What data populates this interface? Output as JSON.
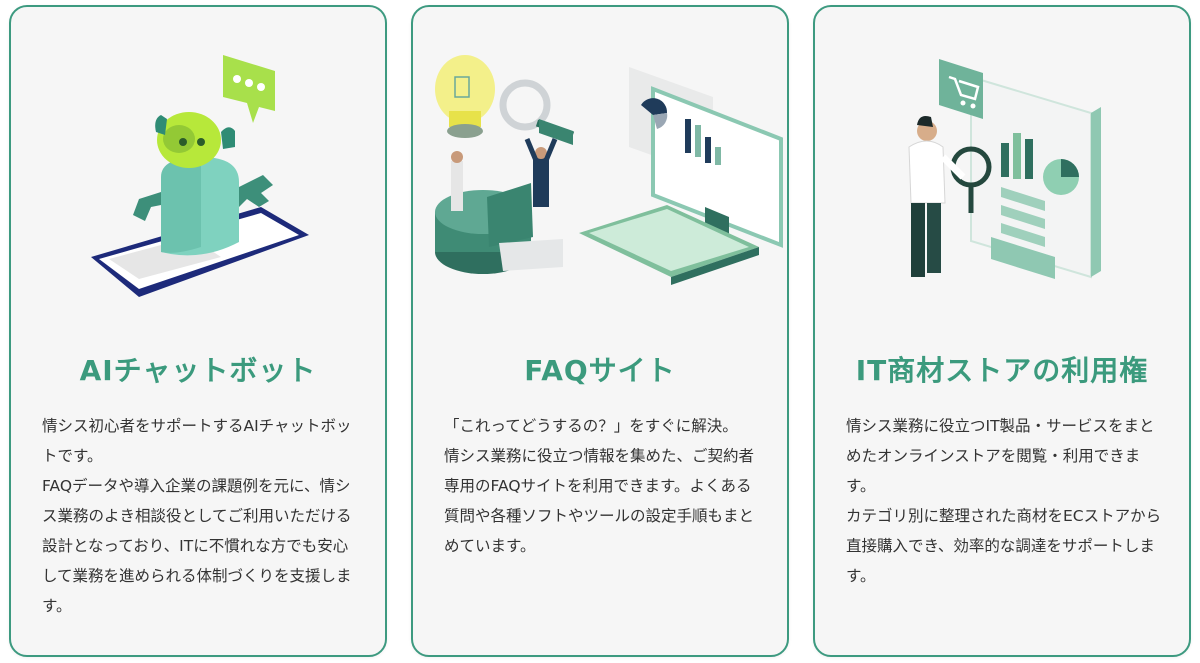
{
  "cards": [
    {
      "title": "AIチャットボット",
      "paragraphs": [
        "情シス初心者をサポートするAIチャットボットです。",
        "FAQデータや導入企業の課題例を元に、情シス業務のよき相談役としてご利用いただける設計となっており、ITに不慣れな方でも安心して業務を進められる体制づくりを支援します。"
      ],
      "illustration": [
        "robot-icon",
        "chat-bubble-icon",
        "tablet-icon"
      ]
    },
    {
      "title": "FAQサイト",
      "paragraphs": [
        "「これってどうするの？」をすぐに解決。",
        "情シス業務に役立つ情報を集めた、ご契約者専用のFAQサイトを利用できます。よくある質問や各種ソフトやツールの設定手順もまとめています。"
      ],
      "illustration": [
        "lightbulb-icon",
        "magnifier-icon",
        "monitor-icon",
        "keyboard-icon",
        "pie-chart-icon"
      ]
    },
    {
      "title": "IT商材ストアの利用権",
      "paragraphs": [
        "情シス業務に役立つIT製品・サービスをまとめたオンラインストアを閲覧・利用できます。",
        "カテゴリ別に整理された商材をECストアから直接購入でき、効率的な調達をサポートします。"
      ],
      "illustration": [
        "cart-icon",
        "magnifier-icon",
        "dashboard-icon",
        "person-icon"
      ]
    }
  ],
  "colors": {
    "accent": "#3b9a7d",
    "border": "#3d9a80",
    "card_bg": "#f6f6f6",
    "text": "#333333"
  }
}
